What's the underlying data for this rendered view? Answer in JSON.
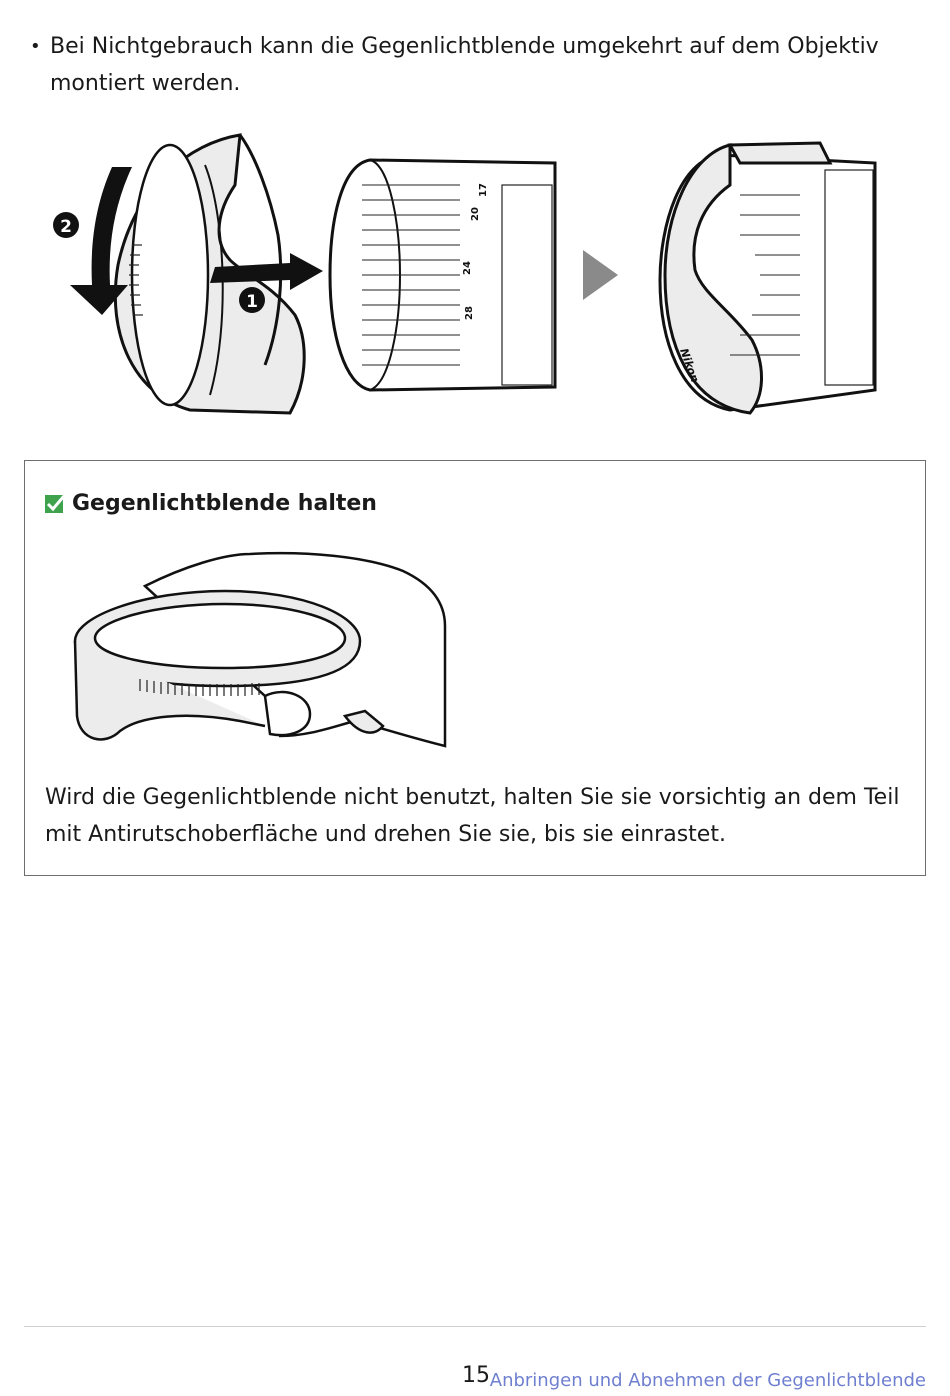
{
  "bullet": {
    "marker": "•",
    "text": "Bei Nichtgebrauch kann die Gegenlichtblende umgekehrt auf dem Objektiv montiert werden."
  },
  "figure1": {
    "step_one": "1",
    "step_two": "2",
    "ring_marks": [
      "17",
      "20",
      "24",
      "28"
    ],
    "brand": "Nikon"
  },
  "tip": {
    "title": "Gegenlichtblende halten",
    "body": "Wird die Gegenlichtblende nicht benutzt, halten Sie sie vorsichtig an dem Teil mit Antirutschoberfläche und drehen Sie sie, bis sie einrastet.",
    "check_color": "#3fa34d"
  },
  "footer": {
    "page_number": "15",
    "section": "Anbringen und Abnehmen der Gegenlichtblende",
    "link_color": "#6f7fd0"
  }
}
